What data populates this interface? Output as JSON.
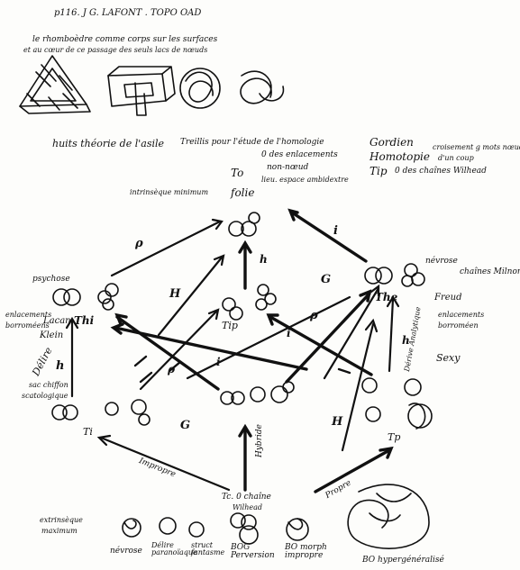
{
  "header": {
    "ref": "p116. J G. LAFONT . TOPO OAD",
    "note_line1": "le rhomboèdre comme corps sur les surfaces",
    "note_line2": "et au cœur de ce passage des seuls lacs de nœuds"
  },
  "section_titles": {
    "left": "huits théorie de l'asile",
    "center": "Treillis pour l'étude de l'homologie",
    "right_1": "Gordien",
    "right_2": "Homotopie",
    "right_2_note": "croisement g mots nœuds",
    "right_2_sub": "d'un coup",
    "right_3": "Tip",
    "right_3_note": "0 des chaînes Wilhead"
  },
  "top_node": {
    "label_T": "To",
    "label": "folie",
    "items": [
      "0 des enlacements",
      "non-nœud",
      "lieu. espace ambidextre"
    ],
    "left_note": "intrinsèque minimum"
  },
  "nodes": {
    "thi": {
      "label": "Thi",
      "left": [
        "psychose"
      ],
      "side": [
        "enlacements",
        "Lacan",
        "borroméens",
        "Klein"
      ]
    },
    "the": {
      "label": "The",
      "right": [
        "névrose",
        "chaînes Milnor",
        "Freud",
        "enlacements",
        "borroméen"
      ]
    },
    "tip": {
      "label": "Tip"
    },
    "ti": {
      "label": "Ti",
      "left": [
        "sac chiffon",
        "scatologique"
      ],
      "vertical": "Délire"
    },
    "tp": {
      "label": "Tp",
      "right": [
        "Sexy"
      ],
      "vertical": "Dérive Analytique"
    },
    "tc": {
      "label": "Tc. 0 chaîne",
      "sub": "Wilhead"
    }
  },
  "edges": {
    "rho_top": "ρ",
    "i_top": "i",
    "h_top": "h",
    "H_left": "H",
    "G_right": "G",
    "h_left": "h",
    "h_right": "h",
    "rho_mid": "ρ",
    "i_mid": "i",
    "rho_center": "ρ",
    "i_center": "i",
    "G_lower": "G",
    "H_lower": "H",
    "impropre": "Impropre",
    "hybride": "Hybride",
    "propre": "Propre"
  },
  "bottom_row": {
    "left_note": [
      "extrinsèque",
      "maximum"
    ],
    "labels": [
      "névrose",
      "Délire paranoïaque",
      "struct fantasme",
      "BOG Perversion",
      "BO morph impropre",
      "BO hypergénéralisé"
    ]
  }
}
